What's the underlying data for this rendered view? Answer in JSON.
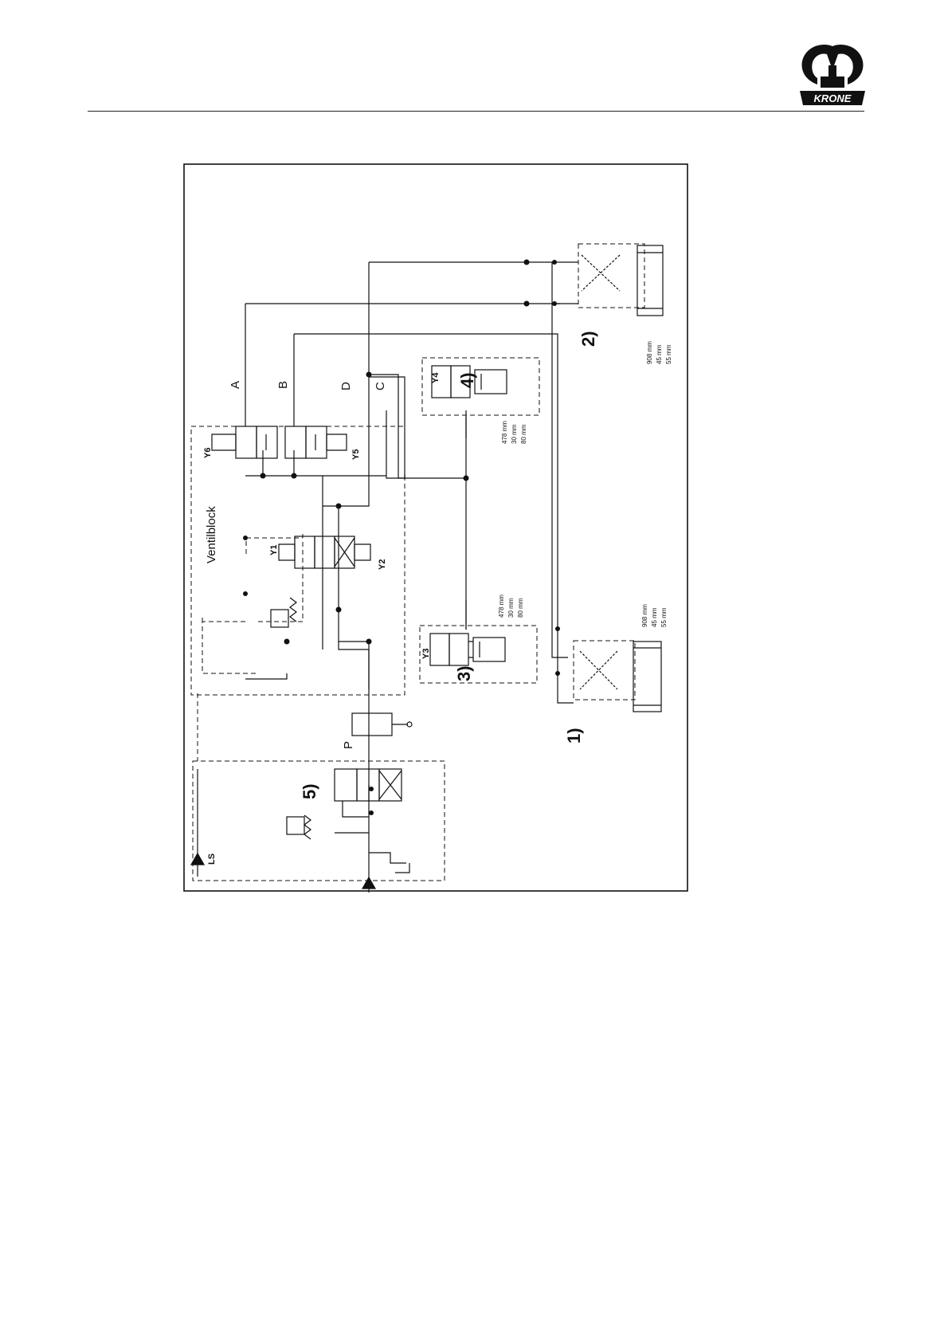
{
  "header": {
    "brand": "KRONE"
  },
  "diagram": {
    "valve_block_label": "Ventilblock",
    "ports": {
      "a": "A",
      "b": "B",
      "d": "D",
      "c": "C",
      "p": "P",
      "ls": "LS"
    },
    "solenoids": {
      "y1": "Y1",
      "y2": "Y2",
      "y3": "Y3",
      "y4": "Y4",
      "y5": "Y5",
      "y6": "Y6"
    },
    "group_labels": {
      "g1": "1)",
      "g2": "2)",
      "g3": "3)",
      "g4": "4)",
      "g5": "5)"
    },
    "cylinder_1_specs": [
      "908 mm",
      "45 mm",
      "55 mm"
    ],
    "cylinder_2_specs": [
      "908 mm",
      "45 mm",
      "55 mm"
    ],
    "cylinder_3_specs": [
      "478 mm",
      "30 mm",
      "80 mm"
    ],
    "cylinder_4_specs": [
      "478 mm",
      "30 mm",
      "80 mm"
    ]
  },
  "colors": {
    "line": "#111111",
    "logo": "#111111"
  }
}
